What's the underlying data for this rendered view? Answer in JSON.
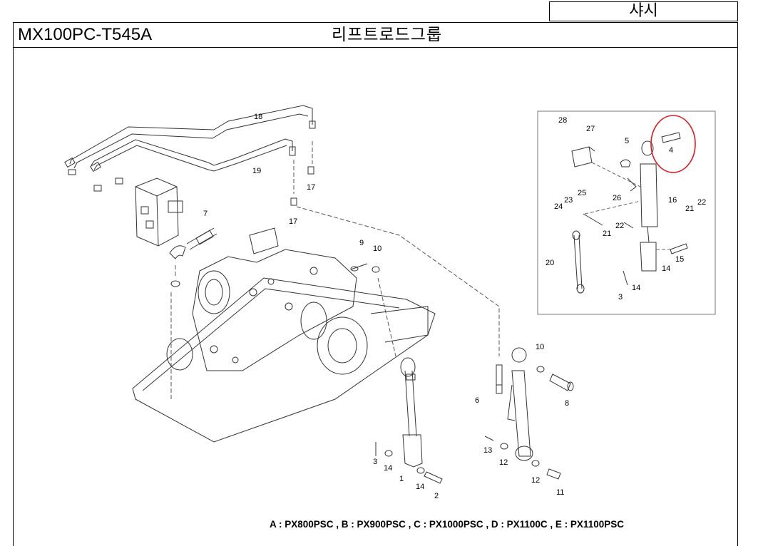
{
  "header": {
    "category": "샤시",
    "model": "MX100PC-T545A",
    "group_title": "리프트로드그룹"
  },
  "footnote": "A : PX800PSC , B : PX900PSC , C : PX1000PSC , D : PX1100C , E : PX1100PSC",
  "colors": {
    "highlight": "#e0191f",
    "line": "#000000",
    "drawing": "#222222"
  },
  "parts_main": [
    "18",
    "19",
    "17",
    "17",
    "7",
    "9",
    "10",
    "10",
    "8",
    "6",
    "3",
    "14",
    "1",
    "14",
    "2",
    "13",
    "12",
    "12",
    "11"
  ],
  "parts_detail": [
    "28",
    "27",
    "5",
    "4",
    "23",
    "24",
    "25",
    "26",
    "22",
    "21",
    "16",
    "21",
    "22",
    "20",
    "15",
    "14",
    "14",
    "3"
  ]
}
